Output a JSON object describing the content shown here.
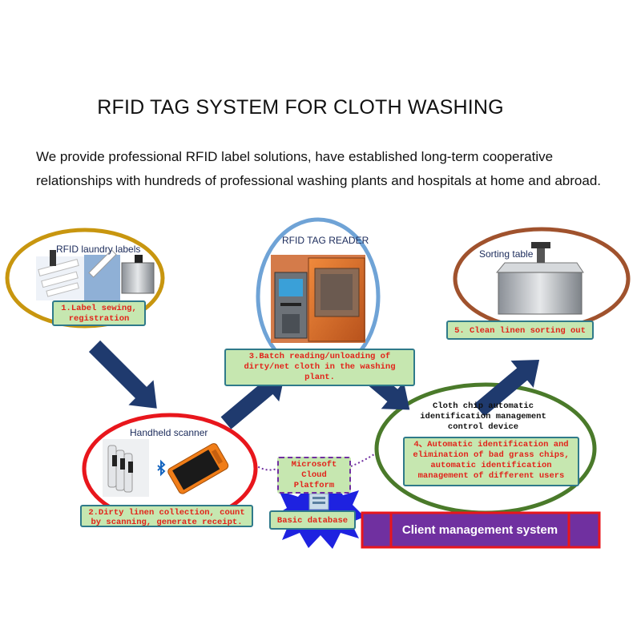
{
  "title": "RFID TAG SYSTEM FOR CLOTH WASHING",
  "intro": {
    "line1": "We provide professional RFID label solutions, have established long-term cooperative",
    "line2": "relationships with hundreds of professional washing plants and hospitals at home and abroad."
  },
  "stages": {
    "labels": {
      "heading": "RFID laundry labels",
      "step_line1": "1.Label sewing,",
      "step_line2": "registration",
      "ring_color": "#c8960f"
    },
    "reader": {
      "heading": "RFID TAG READER",
      "step_line1": "3.Batch reading/unloading of",
      "step_line2": "dirty/net cloth in the washing",
      "step_line3": "plant.",
      "ring_color": "#6fa3d6"
    },
    "sorting": {
      "heading": "Sorting table",
      "step": "5. Clean linen sorting out",
      "ring_color": "#a0522d"
    },
    "scanner": {
      "heading": "Handheld scanner",
      "step_line1": "2.Dirty linen collection, count",
      "step_line2": "by scanning, generate receipt.",
      "ring_color": "#e8161c"
    },
    "device": {
      "heading_line1": "Cloth chip automatic",
      "heading_line2": "identification management",
      "heading_line3": "control device",
      "step_line1": "4、Automatic identification and",
      "step_line2": "elimination of bad grass chips,",
      "step_line3": "automatic identification",
      "step_line4": "management of different users",
      "ring_color": "#4a7a2a"
    }
  },
  "cloud": {
    "line1": "Microsoft",
    "line2": "Cloud",
    "line3": "Platform",
    "database": "Basic database"
  },
  "client_system": "Client management system",
  "colors": {
    "arrow": "#1f3a6e",
    "step_box_fill": "#c6e7b0",
    "step_text": "#e2231a",
    "client_fill": "#7030a0",
    "client_border": "#e8161c",
    "dotted_link": "#7030a0",
    "starburst": "#1e22e0"
  },
  "icons": [
    "bluetooth-icon",
    "rfid-label-image",
    "kiosk-image",
    "tunnel-reader-image",
    "sorting-table-image",
    "handheld-scanner-image",
    "pos-terminal-image",
    "server-image"
  ]
}
